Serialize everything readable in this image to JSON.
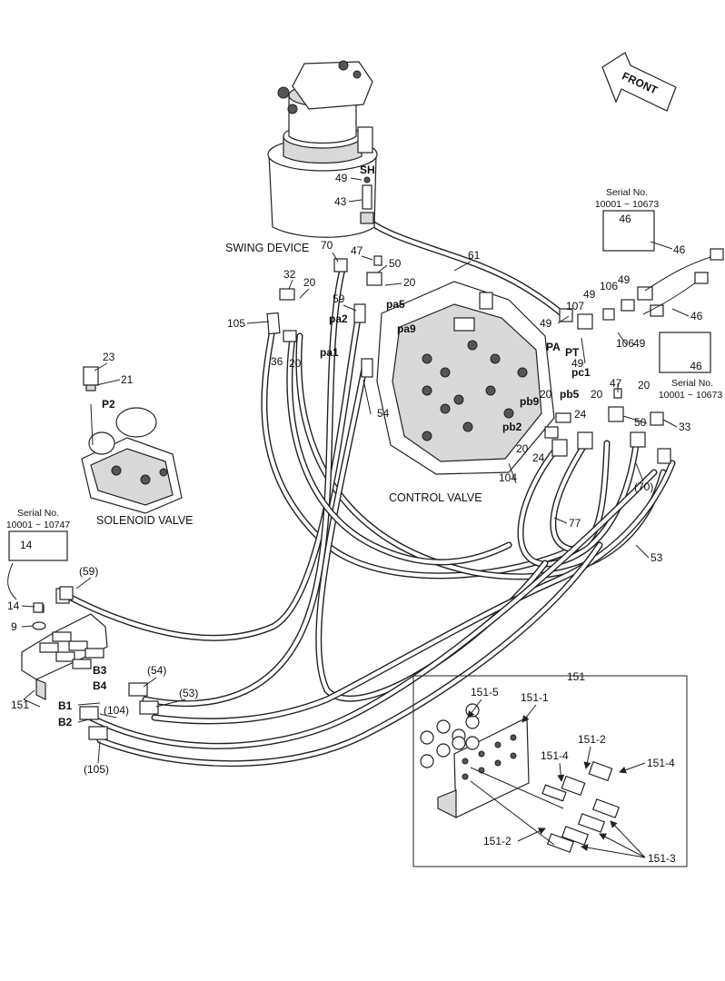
{
  "titles": {
    "swing_device": "SWING DEVICE",
    "control_valve": "CONTROL VALVE",
    "solenoid_valve": "SOLENOID VALVE",
    "front": "FRONT"
  },
  "serial_boxes": {
    "top_right": {
      "label": "Serial No.",
      "range": "10001 ~ 10673",
      "part": "46"
    },
    "right": {
      "label": "Serial No.",
      "range": "10001 ~ 10673",
      "part": "46"
    },
    "left": {
      "label": "Serial No.",
      "range": "10001 ~ 10747",
      "part": "14"
    }
  },
  "ports": {
    "SH": "SH",
    "pa5": "pa5",
    "pa2": "pa2",
    "pa9": "pa9",
    "pa1": "pa1",
    "PA": "PA",
    "PT": "PT",
    "pc1": "pc1",
    "pb9": "pb9",
    "pb5": "pb5",
    "pb2": "pb2",
    "P2": "P2",
    "B1": "B1",
    "B2": "B2",
    "B3": "B3",
    "B4": "B4"
  },
  "callouts": {
    "c49_sh": "49",
    "c43": "43",
    "c70": "70",
    "c47_top": "47",
    "c50_top": "50",
    "c20_top": "20",
    "c32": "32",
    "c20_a": "20",
    "c59": "59",
    "c61": "61",
    "c105": "105",
    "c36": "36",
    "c20_b": "20",
    "c54": "54",
    "c23": "23",
    "c21": "21",
    "c46_a": "46",
    "c49_a": "49",
    "c106_a": "106",
    "c49_b": "49",
    "c107": "107",
    "c49_c": "49",
    "c49_d": "49",
    "c106_b": "106",
    "c49_e": "49",
    "c46_b": "46",
    "c47_r": "47",
    "c20_r1": "20",
    "c20_r2": "20",
    "c20_r3": "20",
    "c24_a": "24",
    "c50_r": "50",
    "c33": "33",
    "c20_r4": "20",
    "c24_b": "24",
    "c104": "104",
    "c70p": "(70)",
    "c77": "77",
    "c53": "53",
    "c59p": "(59)",
    "c14": "14",
    "c9": "9",
    "c151": "151",
    "c54p": "(54)",
    "c53p": "(53)",
    "c104p": "(104)",
    "c105p": "(105)"
  },
  "kit": {
    "title": "151",
    "p151_5": "151-5",
    "p151_1": "151-1",
    "p151_2_top": "151-2",
    "p151_4_left": "151-4",
    "p151_4_right": "151-4",
    "p151_2_bottom": "151-2",
    "p151_3": "151-3"
  }
}
